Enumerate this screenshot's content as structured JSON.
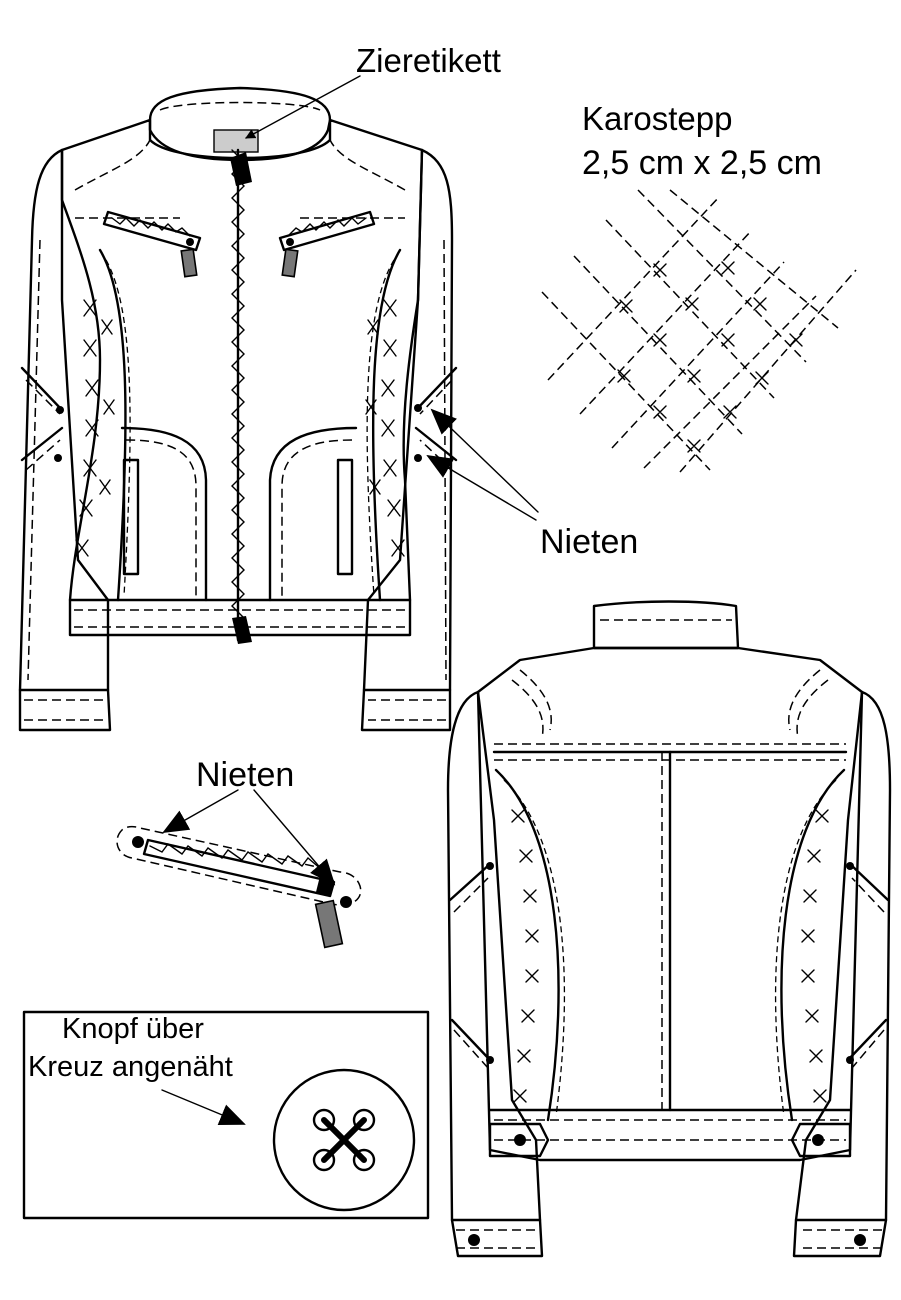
{
  "labels": {
    "ziere": "Zieretikett",
    "karo_title": "Karostepp",
    "karo_dim": "2,5 cm x 2,5 cm",
    "nieten_top": "Nieten",
    "nieten_detail": "Nieten",
    "knopf_line1": "Knopf  über",
    "knopf_line2": "Kreuz  angenäht"
  },
  "colors": {
    "line": "#000000",
    "background": "#ffffff",
    "zip_puller": "#777777"
  }
}
